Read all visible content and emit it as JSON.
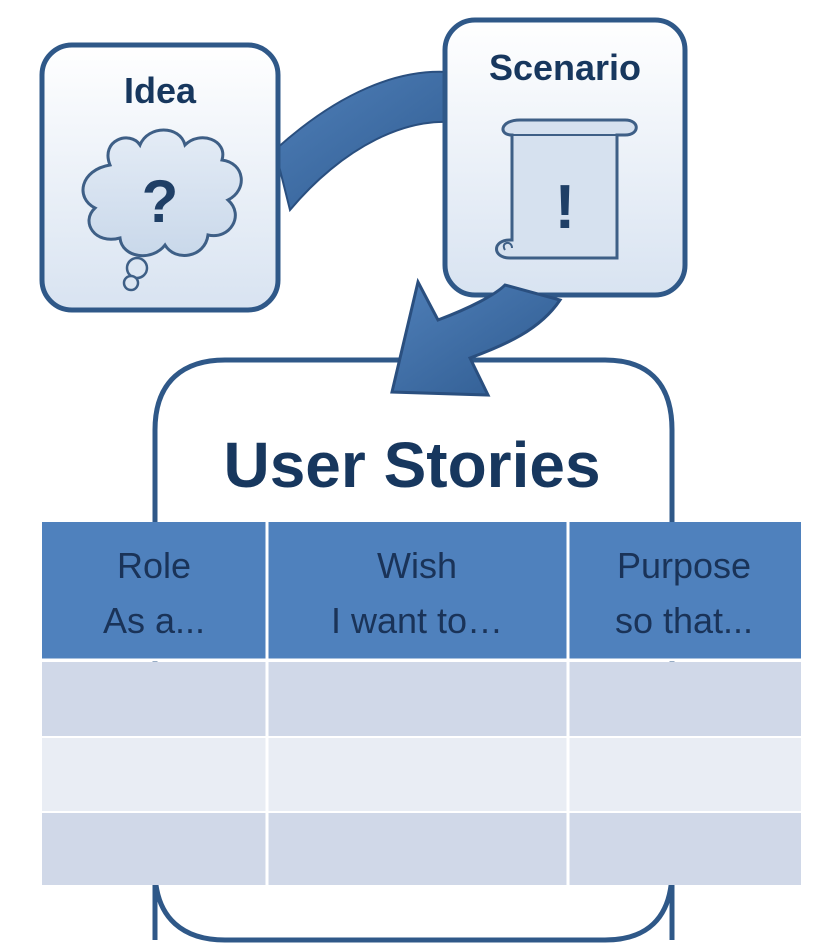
{
  "idea": {
    "title": "Idea",
    "symbol": "?"
  },
  "scenario": {
    "title": "Scenario",
    "symbol": "!"
  },
  "user_stories": {
    "title": "User Stories"
  },
  "table": {
    "columns": [
      {
        "line1": "Role",
        "line2": "As a..."
      },
      {
        "line1": "Wish",
        "line2": "I want to…"
      },
      {
        "line1": "Purpose",
        "line2": "so that..."
      }
    ],
    "rows": [
      [
        "",
        "",
        ""
      ],
      [
        "",
        "",
        ""
      ],
      [
        "",
        "",
        ""
      ]
    ]
  },
  "colors": {
    "box_border": "#365f91",
    "box_fill_top": "#ffffff",
    "box_fill_bottom": "#dce6f2",
    "arrow": "#3d6aa3",
    "header_fill": "#4f81bd",
    "row_dark": "#d0d8e8",
    "row_light": "#e9edf4",
    "title_text": "#17375e"
  }
}
